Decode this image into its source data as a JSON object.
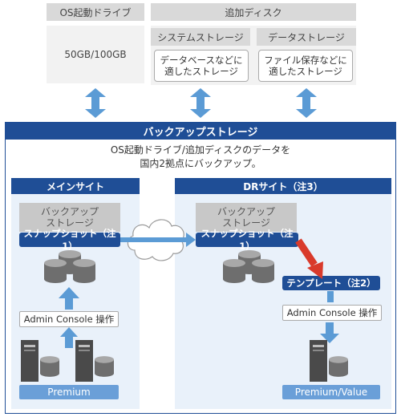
{
  "top": {
    "os_header": "OS起動ドライブ",
    "os_value": "50GB/100GB",
    "add_header": "追加ディスク",
    "system_storage": "システムストレージ",
    "data_storage": "データストレージ",
    "system_desc": "データベースなどに\n適したストレージ",
    "data_desc": "ファイル保存などに\n適したストレージ"
  },
  "backup": {
    "title": "バックアップストレージ",
    "description": "OS起動ドライブ/追加ディスクのデータを\n国内2拠点にバックアップ。"
  },
  "main_site": {
    "title": "メインサイト",
    "storage": "バックアップ\nストレージ",
    "snapshot": "スナップショット（注1）",
    "admin": "Admin Console 操作",
    "plan": "Premium"
  },
  "dr_site": {
    "title": "DRサイト（注3）",
    "storage": "バックアップ\nストレージ",
    "snapshot": "スナップショット（注1）",
    "template": "テンプレート（注2）",
    "admin": "Admin Console 操作",
    "plan": "Premium/Value"
  },
  "colors": {
    "navy": "#1f4e96",
    "arrow_blue": "#5b9bd5",
    "arrow_red": "#d93a2b",
    "panel_light": "#e9f1fa",
    "plan_bar": "#6a9fd8"
  }
}
